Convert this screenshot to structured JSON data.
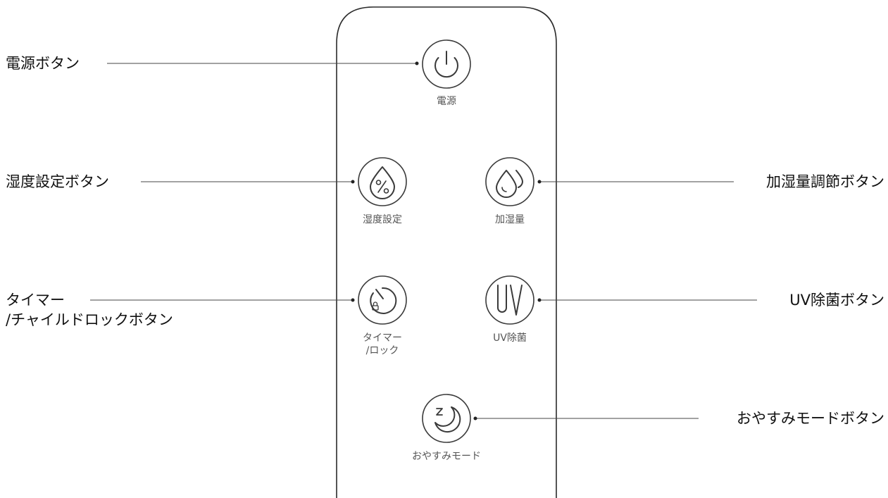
{
  "remote": {
    "buttons": [
      {
        "id": "power",
        "label": "電源",
        "icon": "power-icon"
      },
      {
        "id": "humidity-setting",
        "label": "湿度設定",
        "icon": "droplet-percent-icon"
      },
      {
        "id": "humidify-amount",
        "label": "加湿量",
        "icon": "double-droplet-icon"
      },
      {
        "id": "timer-lock",
        "label": "タイマー\n/ロック",
        "icon": "timer-lock-icon"
      },
      {
        "id": "uv",
        "label": "UV除菌",
        "icon": "uv-icon"
      },
      {
        "id": "sleep",
        "label": "おやすみモード",
        "icon": "moon-z-icon"
      }
    ]
  },
  "callouts": {
    "power": "電源ボタン",
    "humidity_setting": "湿度設定ボタン",
    "humidify_amount": "加湿量調節ボタン",
    "timer_lock": "タイマー\n/チャイルドロックボタン",
    "uv": "UV除菌ボタン",
    "sleep": "おやすみモードボタン"
  },
  "colors": {
    "outline": "#2b2b2b",
    "icon": "#3a3a3a",
    "label": "#555555",
    "text": "#111111"
  }
}
